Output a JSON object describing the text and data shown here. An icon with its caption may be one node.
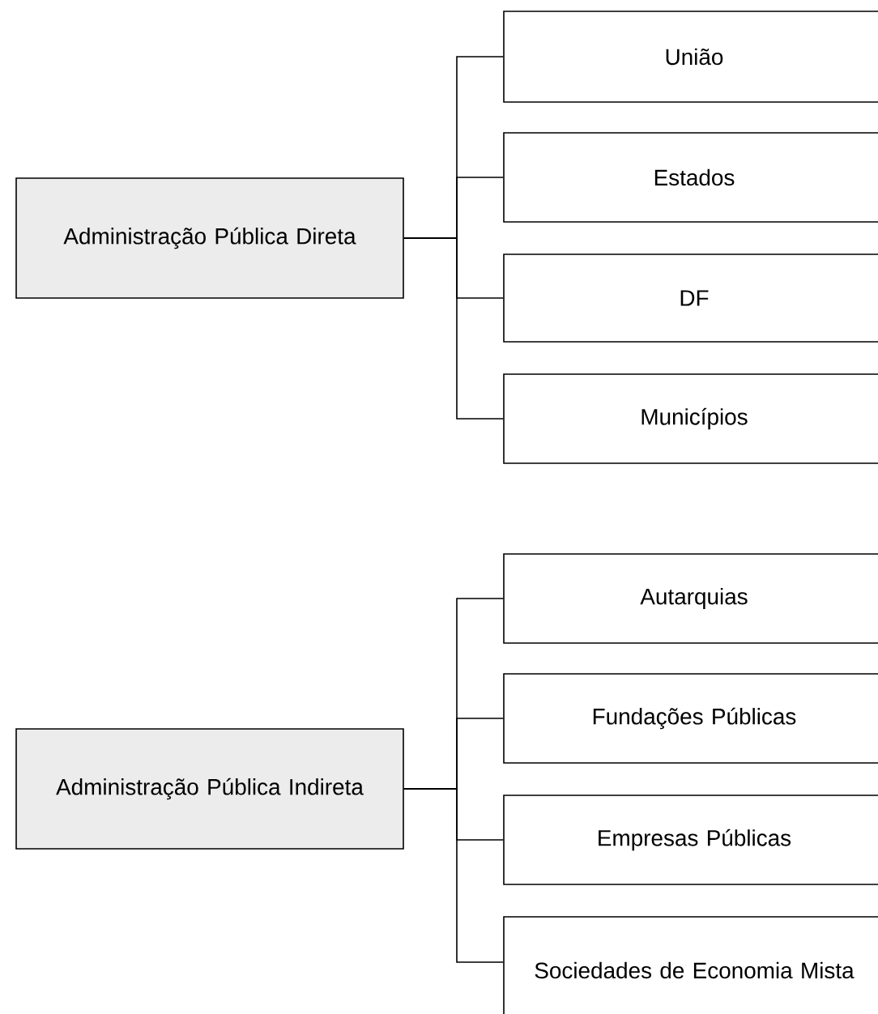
{
  "diagram": {
    "nodes": [
      {
        "text": [
          "Administração Pública Direta"
        ]
      },
      {
        "text": [
          "União"
        ]
      },
      {
        "text": [
          "Estados"
        ]
      },
      {
        "text": [
          "DF"
        ]
      },
      {
        "text": [
          "Municípios"
        ]
      },
      {
        "text": [
          "Administração Pública Indireta"
        ]
      },
      {
        "text": [
          "Autarquias"
        ]
      },
      {
        "text": [
          "Fundações Públicas"
        ]
      },
      {
        "text": [
          "Empresas Públicas"
        ]
      },
      {
        "text": [
          "Sociedades de Economia Mista"
        ]
      }
    ],
    "edges": [
      {
        "from": 0,
        "to": 1,
        "arrow": "none"
      },
      {
        "from": 0,
        "to": 2,
        "arrow": "none"
      },
      {
        "from": 0,
        "to": 3,
        "arrow": "none"
      },
      {
        "from": 0,
        "to": 4,
        "arrow": "none"
      },
      {
        "from": 5,
        "to": 6,
        "arrow": "none"
      },
      {
        "from": 5,
        "to": 7,
        "arrow": "none"
      },
      {
        "from": 5,
        "to": 8,
        "arrow": "none"
      },
      {
        "from": 5,
        "to": 9,
        "arrow": "none"
      }
    ]
  }
}
